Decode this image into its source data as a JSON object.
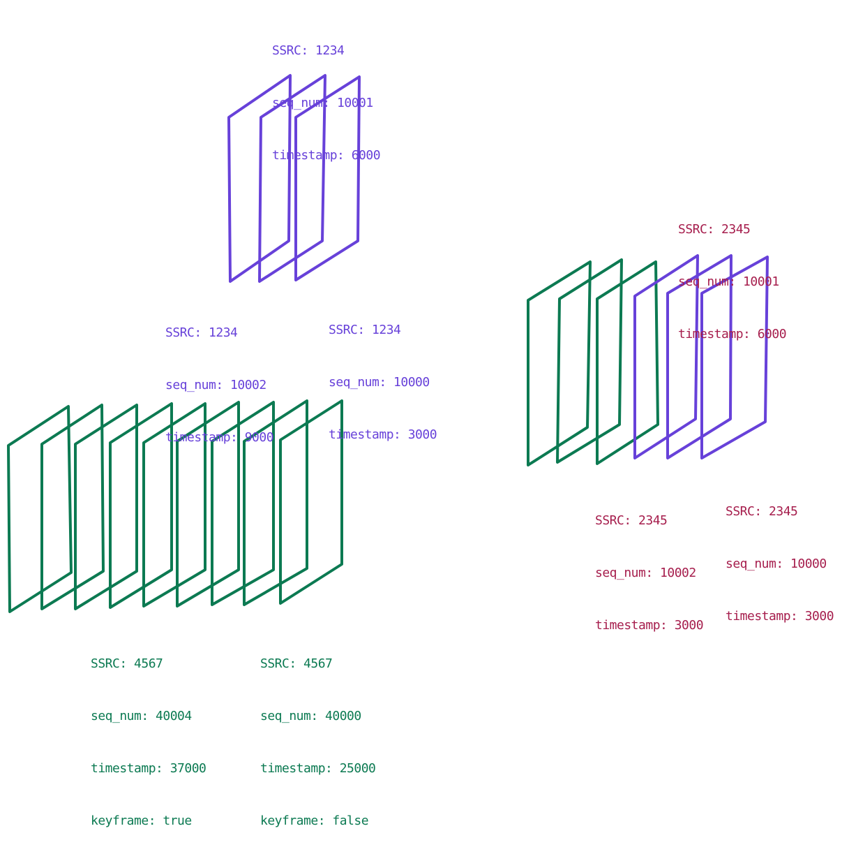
{
  "colors": {
    "purple": "#6741d9",
    "red": "#a61e4d",
    "green": "#0c7a52"
  },
  "stream_1234": {
    "top_label": {
      "ssrc": "SSRC: 1234",
      "seq": "seq_num: 10001",
      "ts": "timestamp: 6000"
    },
    "left_label": {
      "ssrc": "SSRC: 1234",
      "seq": "seq_num: 10002",
      "ts": "timestamp: 9000"
    },
    "right_label": {
      "ssrc": "SSRC: 1234",
      "seq": "seq_num: 10000",
      "ts": "timestamp: 3000"
    }
  },
  "stream_2345": {
    "top_label": {
      "ssrc": "SSRC: 2345",
      "seq": "seq_num: 10001",
      "ts": "timestamp: 6000"
    },
    "left_label": {
      "ssrc": "SSRC: 2345",
      "seq": "seq_num: 10002",
      "ts": "timestamp: 3000"
    },
    "right_label": {
      "ssrc": "SSRC: 2345",
      "seq": "seq_num: 10000",
      "ts": "timestamp: 3000"
    }
  },
  "stream_4567": {
    "left_label": {
      "ssrc": "SSRC: 4567",
      "seq": "seq_num: 40004",
      "ts": "timestamp: 37000",
      "kf": "keyframe: true"
    },
    "right_label": {
      "ssrc": "SSRC: 4567",
      "seq": "seq_num: 40000",
      "ts": "timestamp: 25000",
      "kf": "keyframe: false"
    }
  }
}
